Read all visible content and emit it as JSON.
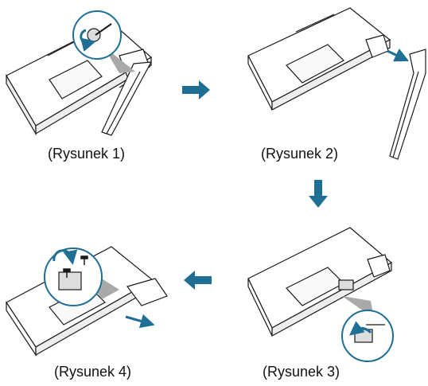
{
  "figures": [
    {
      "id": 1,
      "caption": "(Rysunek 1)"
    },
    {
      "id": 2,
      "caption": "(Rysunek 2)"
    },
    {
      "id": 3,
      "caption": "(Rysunek 3)"
    },
    {
      "id": 4,
      "caption": "(Rysunek 4)"
    }
  ],
  "colors": {
    "arrow": "#1f6f94",
    "line": "#1a1a1a",
    "callout_fill": "#a9a9a9",
    "zoom_ring": "#1f6f94"
  },
  "icons": [
    "screwdriver-icon",
    "rotate-arrow-icon",
    "screw-icon",
    "slide-arrow-icon"
  ]
}
